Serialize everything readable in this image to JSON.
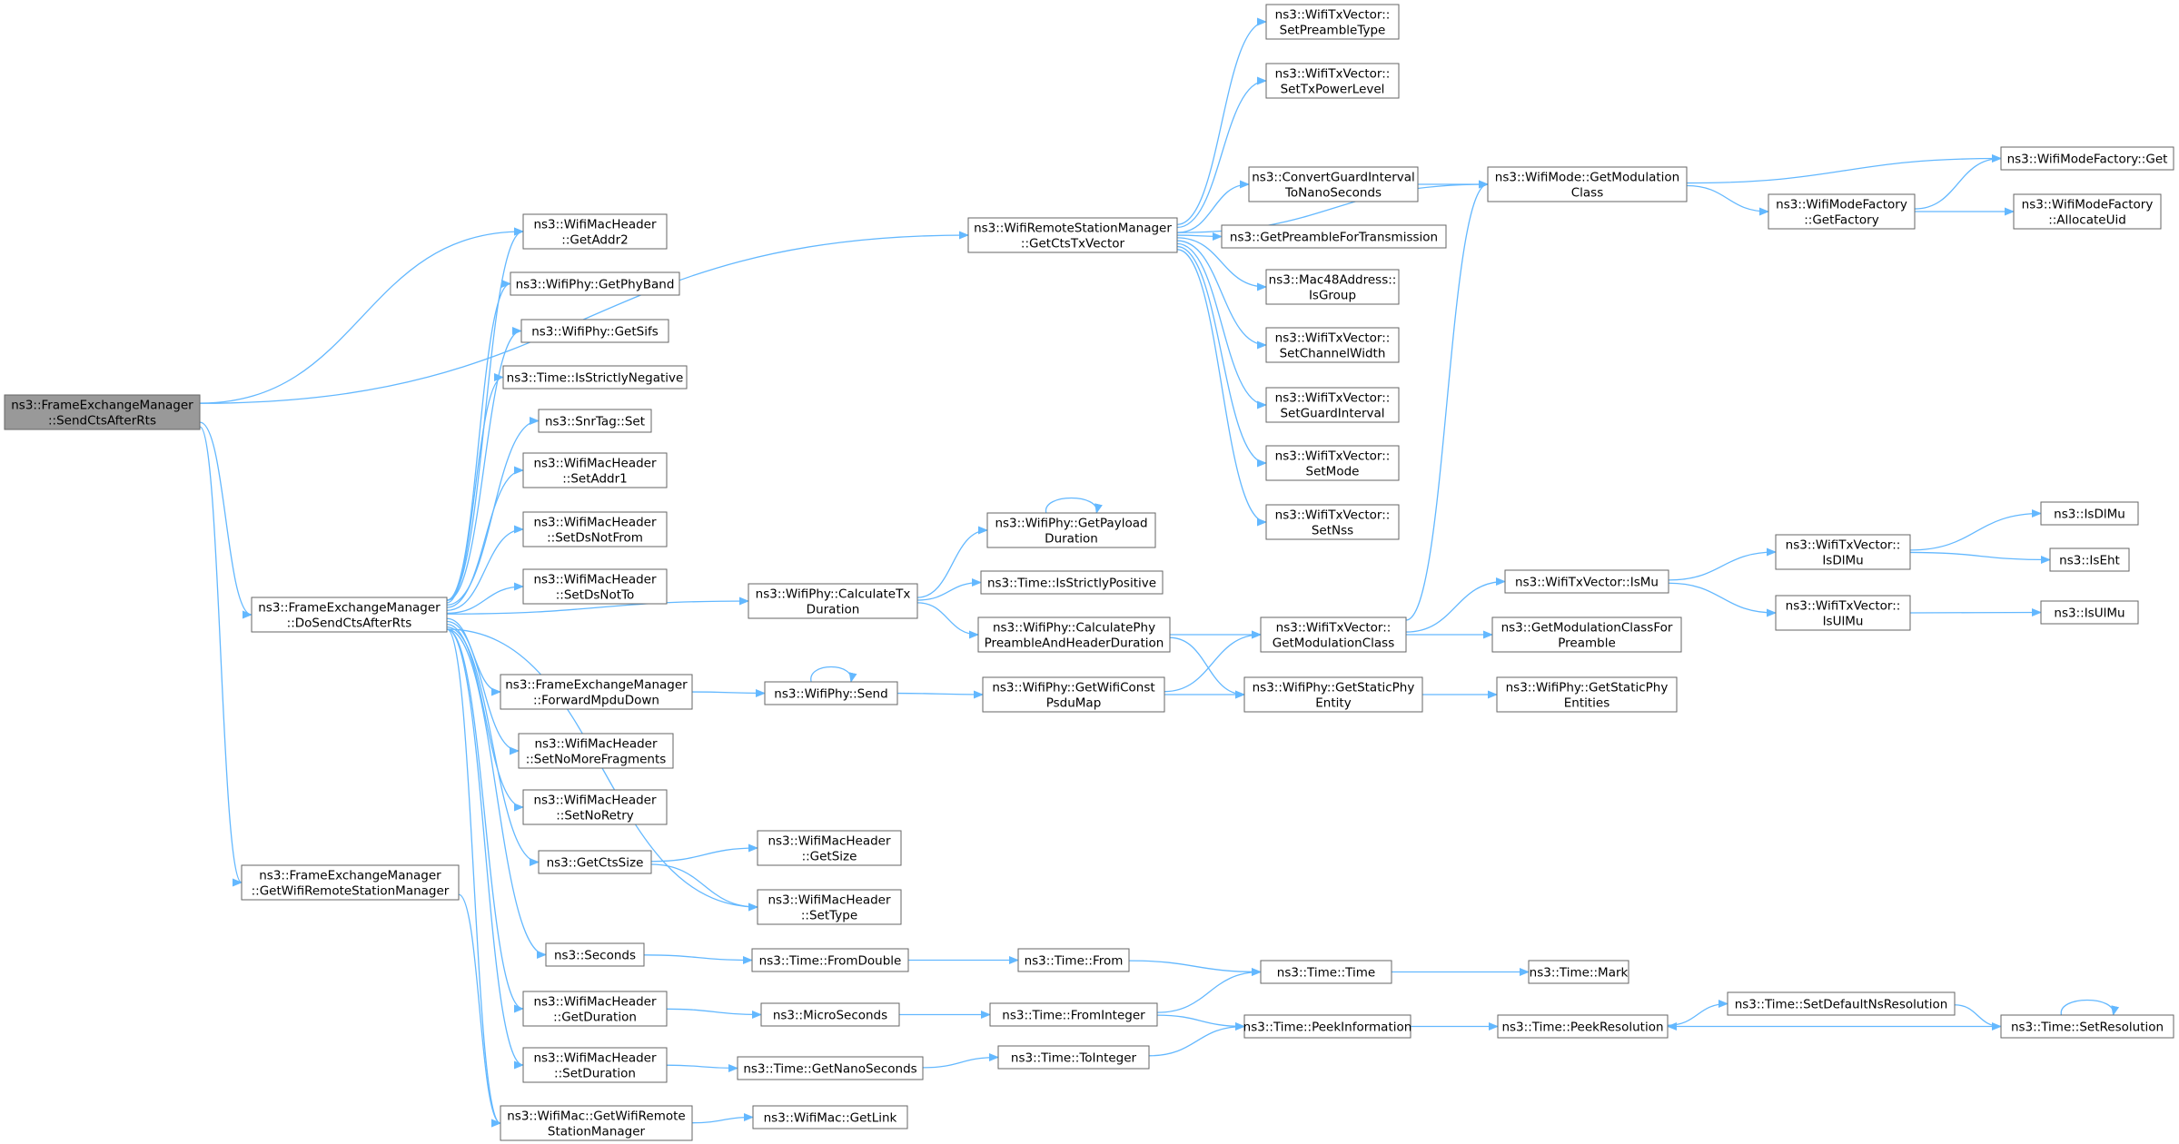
{
  "colors": {
    "edge": "#63b8ff",
    "node_border": "#666666",
    "node_fill": "#ffffff",
    "root_fill": "#999999"
  },
  "nodes": [
    {
      "id": "root",
      "lines": [
        "ns3::FrameExchangeManager",
        "::SendCtsAfterRts"
      ],
      "root": true
    },
    {
      "id": "docts",
      "lines": [
        "ns3::FrameExchangeManager",
        "::DoSendCtsAfterRts"
      ]
    },
    {
      "id": "getwrsm",
      "lines": [
        "ns3::FrameExchangeManager",
        "::GetWifiRemoteStationManager"
      ]
    },
    {
      "id": "getctstx",
      "lines": [
        "ns3::WifiRemoteStationManager",
        "::GetCtsTxVector"
      ]
    },
    {
      "id": "getaddr2",
      "lines": [
        "ns3::WifiMacHeader",
        "::GetAddr2"
      ]
    },
    {
      "id": "getphyband",
      "lines": [
        "ns3::WifiPhy::GetPhyBand"
      ]
    },
    {
      "id": "getsifs",
      "lines": [
        "ns3::WifiPhy::GetSifs"
      ]
    },
    {
      "id": "isstrictneg",
      "lines": [
        "ns3::Time::IsStrictlyNegative"
      ]
    },
    {
      "id": "snrset",
      "lines": [
        "ns3::SnrTag::Set"
      ]
    },
    {
      "id": "setaddr1",
      "lines": [
        "ns3::WifiMacHeader",
        "::SetAddr1"
      ]
    },
    {
      "id": "setdsnotfrom",
      "lines": [
        "ns3::WifiMacHeader",
        "::SetDsNotFrom"
      ]
    },
    {
      "id": "setdsnotto",
      "lines": [
        "ns3::WifiMacHeader",
        "::SetDsNotTo"
      ]
    },
    {
      "id": "fwdmpdu",
      "lines": [
        "ns3::FrameExchangeManager",
        "::ForwardMpduDown"
      ]
    },
    {
      "id": "setnomorefrag",
      "lines": [
        "ns3::WifiMacHeader",
        "::SetNoMoreFragments"
      ]
    },
    {
      "id": "setnoretry",
      "lines": [
        "ns3::WifiMacHeader",
        "::SetNoRetry"
      ]
    },
    {
      "id": "getctssize",
      "lines": [
        "ns3::GetCtsSize"
      ]
    },
    {
      "id": "seconds",
      "lines": [
        "ns3::Seconds"
      ]
    },
    {
      "id": "getduration",
      "lines": [
        "ns3::WifiMacHeader",
        "::GetDuration"
      ]
    },
    {
      "id": "setduration",
      "lines": [
        "ns3::WifiMacHeader",
        "::SetDuration"
      ]
    },
    {
      "id": "macgetwrsm",
      "lines": [
        "ns3::WifiMac::GetWifiRemote",
        "StationManager"
      ]
    },
    {
      "id": "setpreamble",
      "lines": [
        "ns3::WifiTxVector::",
        "SetPreambleType"
      ]
    },
    {
      "id": "settxpower",
      "lines": [
        "ns3::WifiTxVector::",
        "SetTxPowerLevel"
      ]
    },
    {
      "id": "convgi",
      "lines": [
        "ns3::ConvertGuardInterval",
        "ToNanoSeconds"
      ]
    },
    {
      "id": "getpreamblefortx",
      "lines": [
        "ns3::GetPreambleForTransmission"
      ]
    },
    {
      "id": "isgroup",
      "lines": [
        "ns3::Mac48Address::",
        "IsGroup"
      ]
    },
    {
      "id": "setchw",
      "lines": [
        "ns3::WifiTxVector::",
        "SetChannelWidth"
      ]
    },
    {
      "id": "setgi",
      "lines": [
        "ns3::WifiTxVector::",
        "SetGuardInterval"
      ]
    },
    {
      "id": "setmode",
      "lines": [
        "ns3::WifiTxVector::",
        "SetMode"
      ]
    },
    {
      "id": "setnss",
      "lines": [
        "ns3::WifiTxVector::",
        "SetNss"
      ]
    },
    {
      "id": "modegetmodclass",
      "lines": [
        "ns3::WifiMode::GetModulation",
        "Class"
      ]
    },
    {
      "id": "factoryget",
      "lines": [
        "ns3::WifiModeFactory::Get"
      ]
    },
    {
      "id": "getfactory",
      "lines": [
        "ns3::WifiModeFactory",
        "::GetFactory"
      ]
    },
    {
      "id": "allocuid",
      "lines": [
        "ns3::WifiModeFactory",
        "::AllocateUid"
      ]
    },
    {
      "id": "getpayload",
      "lines": [
        "ns3::WifiPhy::GetPayload",
        "Duration"
      ]
    },
    {
      "id": "calctx",
      "lines": [
        "ns3::WifiPhy::CalculateTx",
        "Duration"
      ]
    },
    {
      "id": "isstrictpos",
      "lines": [
        "ns3::Time::IsStrictlyPositive"
      ]
    },
    {
      "id": "calcphypre",
      "lines": [
        "ns3::WifiPhy::CalculatePhy",
        "PreambleAndHeaderDuration"
      ]
    },
    {
      "id": "txvgetmodclass",
      "lines": [
        "ns3::WifiTxVector::",
        "GetModulationClass"
      ]
    },
    {
      "id": "ismu",
      "lines": [
        "ns3::WifiTxVector::IsMu"
      ]
    },
    {
      "id": "isdlmu",
      "lines": [
        "ns3::WifiTxVector::",
        "IsDlMu"
      ]
    },
    {
      "id": "isdlmu2",
      "lines": [
        "ns3::IsDlMu"
      ]
    },
    {
      "id": "iseht",
      "lines": [
        "ns3::IsEht"
      ]
    },
    {
      "id": "isulmu",
      "lines": [
        "ns3::WifiTxVector::",
        "IsUlMu"
      ]
    },
    {
      "id": "isulmu2",
      "lines": [
        "ns3::IsUlMu"
      ]
    },
    {
      "id": "getmodclassforpre",
      "lines": [
        "ns3::GetModulationClassFor",
        "Preamble"
      ]
    },
    {
      "id": "send",
      "lines": [
        "ns3::WifiPhy::Send"
      ]
    },
    {
      "id": "getwificonst",
      "lines": [
        "ns3::WifiPhy::GetWifiConst",
        "PsduMap"
      ]
    },
    {
      "id": "getstaticphy",
      "lines": [
        "ns3::WifiPhy::GetStaticPhy",
        "Entity"
      ]
    },
    {
      "id": "getstaticphies",
      "lines": [
        "ns3::WifiPhy::GetStaticPhy",
        "Entities"
      ]
    },
    {
      "id": "getsize",
      "lines": [
        "ns3::WifiMacHeader",
        "::GetSize"
      ]
    },
    {
      "id": "settype",
      "lines": [
        "ns3::WifiMacHeader",
        "::SetType"
      ]
    },
    {
      "id": "fromdouble",
      "lines": [
        "ns3::Time::FromDouble"
      ]
    },
    {
      "id": "timefrom",
      "lines": [
        "ns3::Time::From"
      ]
    },
    {
      "id": "timetime",
      "lines": [
        "ns3::Time::Time"
      ]
    },
    {
      "id": "timemark",
      "lines": [
        "ns3::Time::Mark"
      ]
    },
    {
      "id": "microseconds",
      "lines": [
        "ns3::MicroSeconds"
      ]
    },
    {
      "id": "fromint",
      "lines": [
        "ns3::Time::FromInteger"
      ]
    },
    {
      "id": "peekinfo",
      "lines": [
        "ns3::Time::PeekInformation"
      ]
    },
    {
      "id": "peekres",
      "lines": [
        "ns3::Time::PeekResolution"
      ]
    },
    {
      "id": "setdefres",
      "lines": [
        "ns3::Time::SetDefaultNsResolution"
      ]
    },
    {
      "id": "setres",
      "lines": [
        "ns3::Time::SetResolution"
      ]
    },
    {
      "id": "getnanosec",
      "lines": [
        "ns3::Time::GetNanoSeconds"
      ]
    },
    {
      "id": "tointeger",
      "lines": [
        "ns3::Time::ToInteger"
      ]
    },
    {
      "id": "getlink",
      "lines": [
        "ns3::WifiMac::GetLink"
      ]
    }
  ],
  "edges": [
    [
      "root",
      "getctstx"
    ],
    [
      "root",
      "getaddr2"
    ],
    [
      "root",
      "docts"
    ],
    [
      "root",
      "getwrsm"
    ],
    [
      "docts",
      "getaddr2"
    ],
    [
      "docts",
      "getphyband"
    ],
    [
      "docts",
      "getsifs"
    ],
    [
      "docts",
      "isstrictneg"
    ],
    [
      "docts",
      "snrset"
    ],
    [
      "docts",
      "setaddr1"
    ],
    [
      "docts",
      "setdsnotfrom"
    ],
    [
      "docts",
      "setdsnotto"
    ],
    [
      "docts",
      "calctx"
    ],
    [
      "docts",
      "fwdmpdu"
    ],
    [
      "docts",
      "setnomorefrag"
    ],
    [
      "docts",
      "setnoretry"
    ],
    [
      "docts",
      "getctssize"
    ],
    [
      "docts",
      "settype"
    ],
    [
      "docts",
      "seconds"
    ],
    [
      "docts",
      "getduration"
    ],
    [
      "docts",
      "setduration"
    ],
    [
      "docts",
      "macgetwrsm"
    ],
    [
      "getwrsm",
      "macgetwrsm"
    ],
    [
      "getctstx",
      "setpreamble"
    ],
    [
      "getctstx",
      "settxpower"
    ],
    [
      "getctstx",
      "modegetmodclass"
    ],
    [
      "getctstx",
      "convgi"
    ],
    [
      "getctstx",
      "getpreamblefortx"
    ],
    [
      "getctstx",
      "isgroup"
    ],
    [
      "getctstx",
      "setchw"
    ],
    [
      "getctstx",
      "setgi"
    ],
    [
      "getctstx",
      "setmode"
    ],
    [
      "getctstx",
      "setnss"
    ],
    [
      "convgi",
      "modegetmodclass"
    ],
    [
      "modegetmodclass",
      "factoryget"
    ],
    [
      "modegetmodclass",
      "getfactory"
    ],
    [
      "getfactory",
      "factoryget"
    ],
    [
      "getfactory",
      "allocuid"
    ],
    [
      "calctx",
      "getpayload"
    ],
    [
      "calctx",
      "isstrictpos"
    ],
    [
      "calctx",
      "calcphypre"
    ],
    [
      "getpayload",
      "getpayload"
    ],
    [
      "calcphypre",
      "txvgetmodclass"
    ],
    [
      "calcphypre",
      "getstaticphy"
    ],
    [
      "txvgetmodclass",
      "modegetmodclass"
    ],
    [
      "txvgetmodclass",
      "ismu"
    ],
    [
      "txvgetmodclass",
      "getmodclassforpre"
    ],
    [
      "ismu",
      "isdlmu"
    ],
    [
      "ismu",
      "isulmu"
    ],
    [
      "isdlmu",
      "isdlmu2"
    ],
    [
      "isdlmu",
      "iseht"
    ],
    [
      "isulmu",
      "isulmu2"
    ],
    [
      "fwdmpdu",
      "send"
    ],
    [
      "send",
      "send"
    ],
    [
      "send",
      "getwificonst"
    ],
    [
      "getwificonst",
      "txvgetmodclass"
    ],
    [
      "getwificonst",
      "getstaticphy"
    ],
    [
      "getstaticphy",
      "getstaticphies"
    ],
    [
      "getctssize",
      "getsize"
    ],
    [
      "getctssize",
      "settype"
    ],
    [
      "seconds",
      "fromdouble"
    ],
    [
      "fromdouble",
      "timefrom"
    ],
    [
      "timefrom",
      "timetime"
    ],
    [
      "timetime",
      "timemark"
    ],
    [
      "getduration",
      "microseconds"
    ],
    [
      "microseconds",
      "fromint"
    ],
    [
      "fromint",
      "timetime"
    ],
    [
      "fromint",
      "peekinfo"
    ],
    [
      "peekinfo",
      "peekres"
    ],
    [
      "peekres",
      "setdefres"
    ],
    [
      "setdefres",
      "setres"
    ],
    [
      "setres",
      "peekres"
    ],
    [
      "setres",
      "setres"
    ],
    [
      "setduration",
      "getnanosec"
    ],
    [
      "getnanosec",
      "tointeger"
    ],
    [
      "tointeger",
      "peekinfo"
    ],
    [
      "macgetwrsm",
      "getlink"
    ]
  ]
}
